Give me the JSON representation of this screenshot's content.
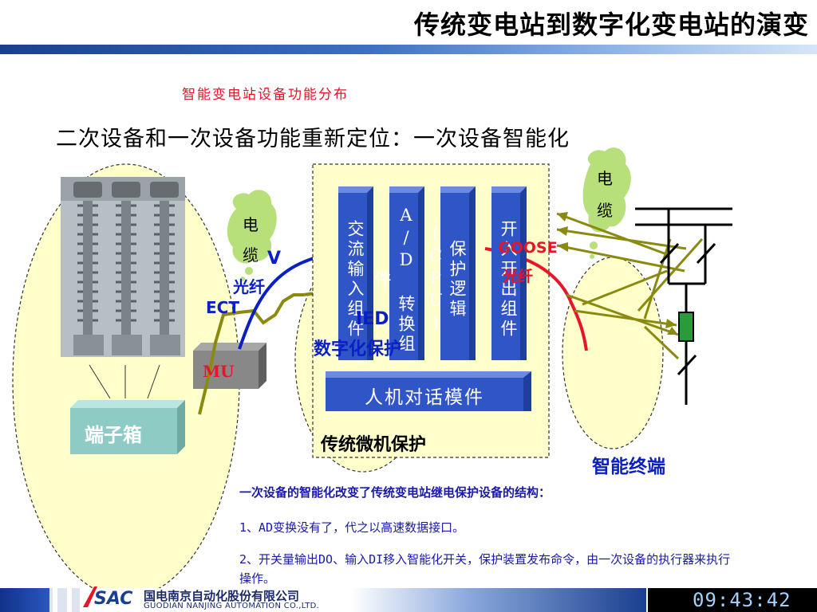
{
  "title": "传统变电站到数字化变电站的演变",
  "subtitle": "智能变电站设备功能分布",
  "heading": {
    "part1": "二次设备和一次设备功能重新定位：",
    "part2": "一次设备智能化"
  },
  "labels": {
    "cable_left_1": "电",
    "cable_left_2": "缆",
    "cable_right_1": "电",
    "cable_right_2": "缆",
    "fiber_v": "V",
    "fiber": "光纤",
    "ect": "ECT",
    "mu": "MU",
    "terminal_box": "端子箱",
    "ied": "IED",
    "digital_protection": "数字化保护",
    "goose": "GOOSE",
    "goose_fiber": "光纤",
    "traditional_protection": "传统微机保护",
    "smart_terminal": "智能终端"
  },
  "modules": [
    "交流输入组件",
    "A/D 转换组件",
    "保护逻辑(CPU)",
    "开入开出组件"
  ],
  "hmi_module": "人机对话模件",
  "notes": [
    "一次设备的智能化改变了传统变电站继电保护设备的结构：",
    "1、AD变换没有了，代之以高速数据接口。",
    "2、开关量输出DO、输入DI移入智能化开关，保护装置发布命令，由一次设备的执行器来执行操作。"
  ],
  "footer": {
    "logo_text": "SAC",
    "company_cn": "国电南京自动化股份有限公司",
    "company_en": "GUODIAN NANJING AUTOMATION CO.,LTD.",
    "clock": "09:43:42"
  },
  "colors": {
    "title_stripe": "#1a3f8f",
    "module_blue": "#2f55c7",
    "cable_green": "#b8e07a",
    "red_label": "#e8142a",
    "note_blue": "#1a1aa8",
    "fiber_blue": "#0a1fc4",
    "olive_line": "#8a8a10"
  }
}
